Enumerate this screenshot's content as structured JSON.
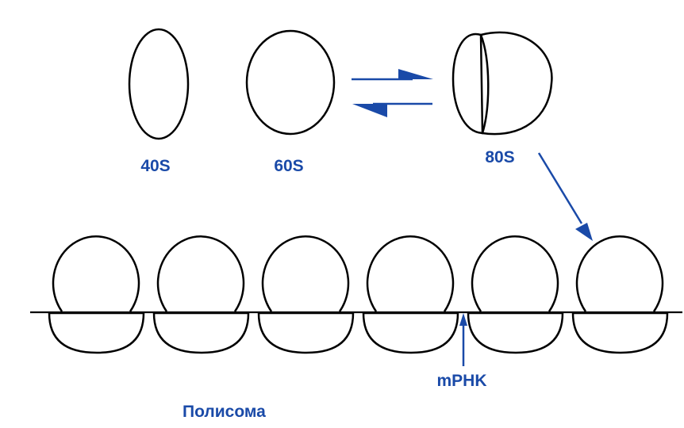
{
  "labels": {
    "small_subunit": "40S",
    "large_subunit": "60S",
    "ribosome": "80S",
    "mrna": "mPHK",
    "polysome": "Полисома"
  },
  "colors": {
    "accent": "#1a4aa8",
    "outline": "#000000",
    "background": "#ffffff"
  },
  "polysome_ribosome_count": 6
}
